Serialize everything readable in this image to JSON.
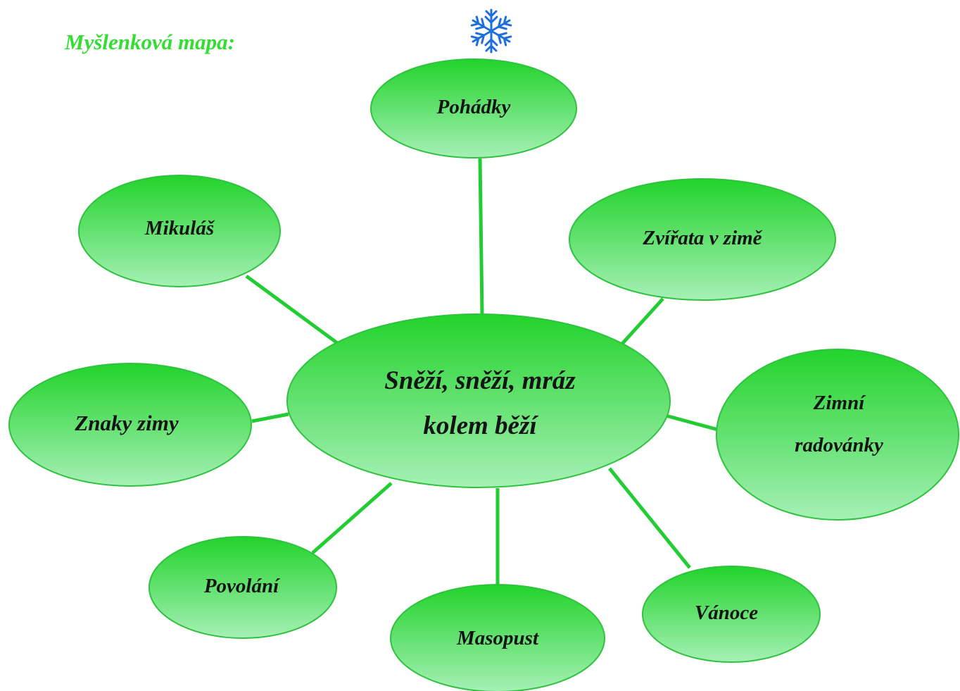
{
  "heading": "Myšlenková mapa:",
  "colors": {
    "node_fill_top": "#22d32b",
    "node_fill_bottom": "#a6f0b6",
    "node_stroke": "#2fc23f",
    "connector": "#22cc33",
    "heading": "#33dd33",
    "snowflake": "#1e6fd9"
  },
  "decoration": {
    "icon": "snowflake-icon"
  },
  "center": {
    "lines": [
      "Sněží, sněží, mráz",
      "kolem běží"
    ]
  },
  "nodes": {
    "pohadky": {
      "lines": [
        "Pohádky"
      ]
    },
    "mikulas": {
      "lines": [
        "Mikuláš"
      ]
    },
    "zvirata": {
      "lines": [
        "Zvířata v zimě"
      ]
    },
    "znaky": {
      "lines": [
        "Znaky zimy"
      ]
    },
    "radovanky": {
      "lines": [
        "Zimní",
        "radovánky"
      ]
    },
    "povolani": {
      "lines": [
        "Povolání"
      ]
    },
    "masopust": {
      "lines": [
        "Masopust"
      ]
    },
    "vanoce": {
      "lines": [
        "Vánoce"
      ]
    }
  }
}
